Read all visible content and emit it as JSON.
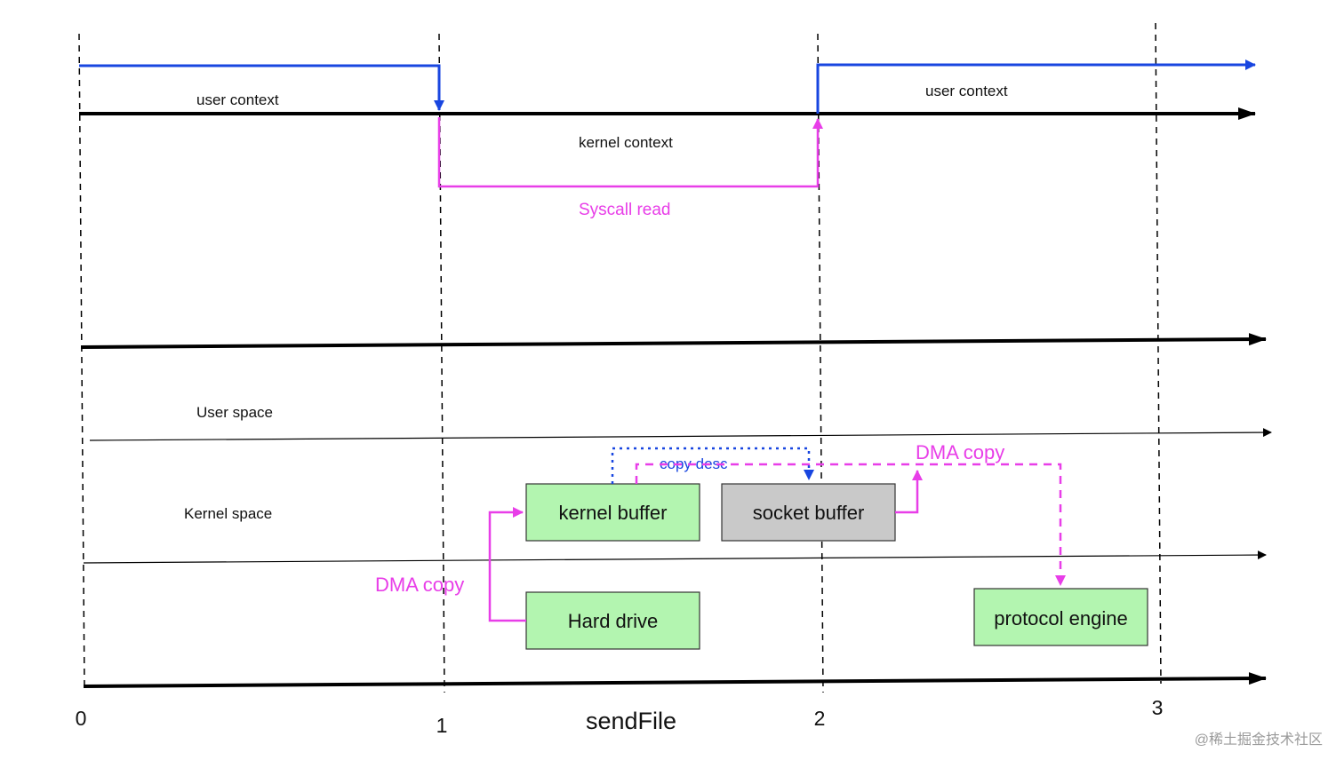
{
  "labels": {
    "user_context_left": "user context",
    "user_context_right": "user context",
    "kernel_context": "kernel context",
    "syscall": "Syscall read",
    "user_space": "User space",
    "kernel_space": "Kernel  space",
    "dma_copy_left": "DMA copy",
    "dma_copy_right": "DMA copy",
    "copy_desc": "copy desc",
    "title": "sendFile"
  },
  "boxes": {
    "kernel_buffer": "kernel buffer",
    "socket_buffer": "socket buffer",
    "hard_drive": "Hard drive",
    "protocol_engine": "protocol engine"
  },
  "ticks": [
    "0",
    "1",
    "2",
    "3"
  ],
  "watermark": "@稀土掘金技术社区",
  "colors": {
    "blue": "#1846e0",
    "pink": "#e83ee8",
    "box_green": "#b3f5b0",
    "box_gray": "#c9c9c9",
    "black": "#000000"
  }
}
